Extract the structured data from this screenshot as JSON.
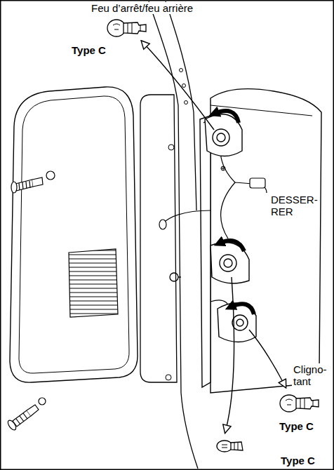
{
  "diagram": {
    "labels": [
      "Feu d’arrêt/feu arrière",
      "Type C",
      "DESSER- RER",
      "Cligno- tant",
      "Type C",
      "Type C"
    ]
  }
}
